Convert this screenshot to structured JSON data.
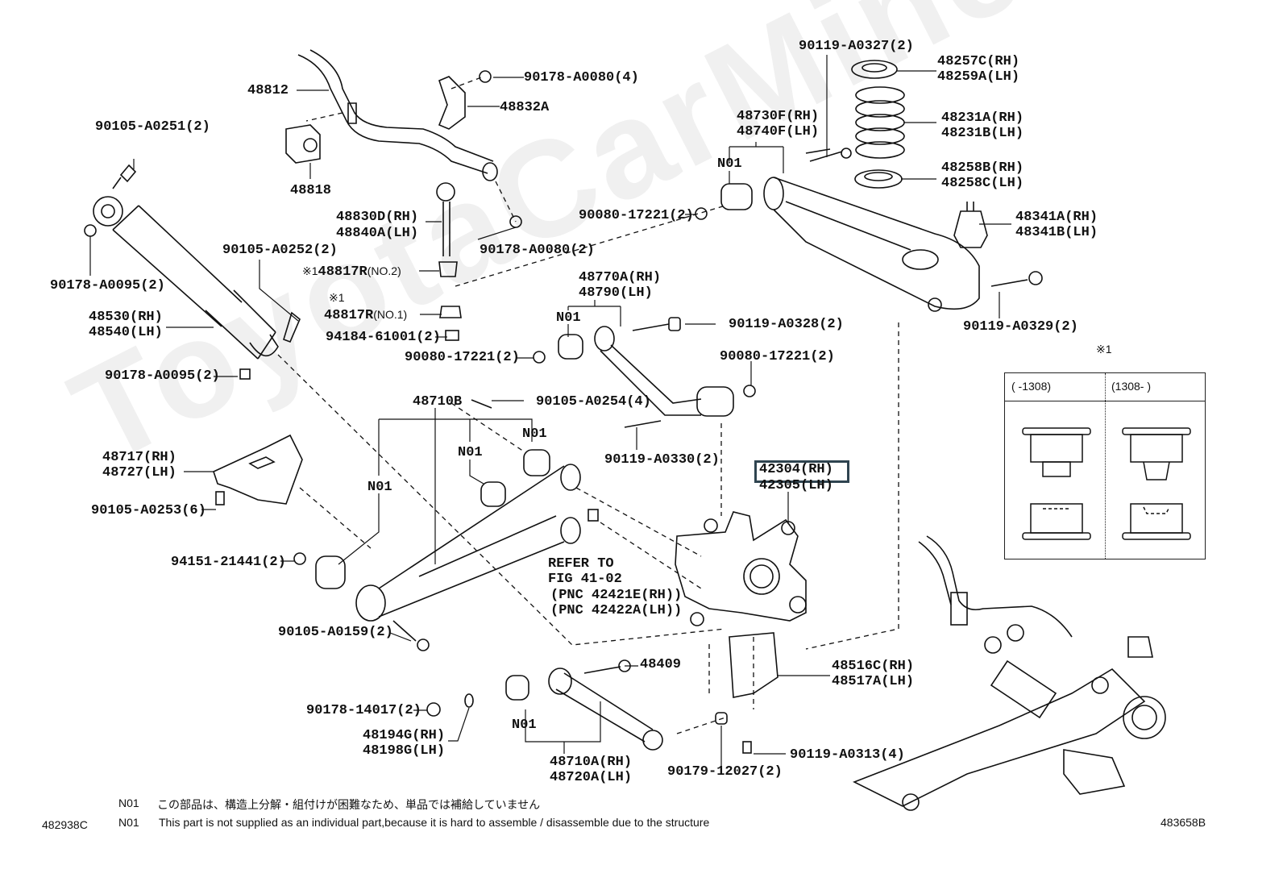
{
  "watermark": "ToyotaCarMine.ru",
  "figure": {
    "left_code": "482938C",
    "right_code": "483658B"
  },
  "labels": {
    "p48812": "48812",
    "p90178_A0080_4": "90178-A0080(4)",
    "p48832A": "48832A",
    "p90105_A0251": "90105-A0251(2)",
    "p48818": "48818",
    "p48830D": "48830D(RH)",
    "p48840A": "48840A(LH)",
    "p90178_A0080_2": "90178-A0080(2)",
    "p90178_A0095_top": "90178-A0095(2)",
    "p90105_A0252": "90105-A0252(2)",
    "p48817R_no2_mark": "※1",
    "p48817R_no2": "48817R",
    "p48817R_no2_sub": "(NO.2)",
    "p48817R_no1_mark": "※1",
    "p48817R_no1": "48817R",
    "p48817R_no1_sub": "(NO.1)",
    "p94184_61001": "94184-61001(2)",
    "p90080_17221_mid": "90080-17221(2)",
    "p48530": "48530(RH)",
    "p48540": "48540(LH)",
    "p90178_A0095_bot": "90178-A0095(2)",
    "p90119_A0327": "90119-A0327(2)",
    "p48257C": "48257C(RH)",
    "p48259A": "48259A(LH)",
    "p48231A": "48231A(RH)",
    "p48231B": "48231B(LH)",
    "p48258B": "48258B(RH)",
    "p48258C": "48258C(LH)",
    "p48730F": "48730F(RH)",
    "p48740F": "48740F(LH)",
    "n01_trailing": "N01",
    "p90080_17221_top": "90080-17221(2)",
    "p48341A": "48341A(RH)",
    "p48341B": "48341B(LH)",
    "p90119_A0329": "90119-A0329(2)",
    "p48770A": "48770A(RH)",
    "p48790": "48790(LH)",
    "n01_upper": "N01",
    "p90119_A0328": "90119-A0328(2)",
    "p90080_17221_right": "90080-17221(2)",
    "p48710B": "48710B",
    "p90105_A0254": "90105-A0254(4)",
    "n01_a": "N01",
    "n01_b": "N01",
    "n01_c": "N01",
    "p90119_A0330": "90119-A0330(2)",
    "p48717": "48717(RH)",
    "p48727": "48727(LH)",
    "p90105_A0253": "90105-A0253(6)",
    "p42304": "42304(RH)",
    "p42305": "42305(LH)",
    "refer_1": "REFER TO",
    "refer_2": "FIG 41-02",
    "refer_3": "(PNC 42421E(RH))",
    "refer_4": "(PNC 42422A(LH))",
    "p94151_21441": "94151-21441(2)",
    "p90105_A0159": "90105-A0159(2)",
    "p48409": "48409",
    "p48516C": "48516C(RH)",
    "p48517A": "48517A(LH)",
    "p90178_14017": "90178-14017(2)",
    "p48194G": "48194G(RH)",
    "p48198G": "48198G(LH)",
    "n01_lower": "N01",
    "p48710A": "48710A(RH)",
    "p48720A": "48720A(LH)",
    "p90179_12027": "90179-12027(2)",
    "p90119_A0313": "90119-A0313(4)"
  },
  "inset": {
    "mark": "※1",
    "col1_header": "(     -1308)",
    "col2_header": "(1308-     )"
  },
  "highlighted_part": "42304(RH)",
  "notes": {
    "jp_code": "N01",
    "jp_text": "この部品は、構造上分解・組付けが困難なため、単品では補給していません",
    "en_code": "N01",
    "en_text": "This part is not supplied as an individual part,because it is hard to assemble / disassemble due to the structure"
  }
}
